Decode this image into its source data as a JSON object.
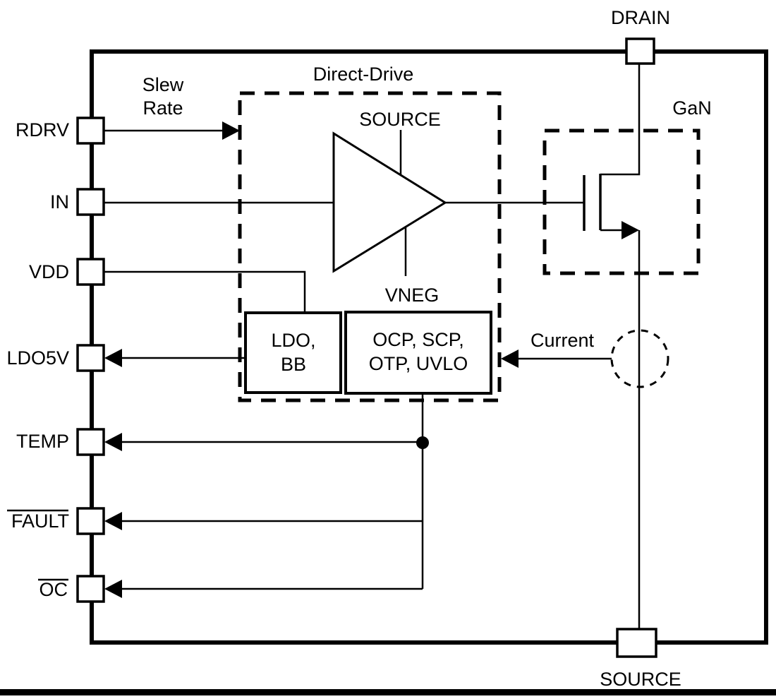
{
  "figure": {
    "kind": "functional-block-diagram"
  },
  "pins": {
    "rdrv": "RDRV",
    "in": "IN",
    "vdd": "VDD",
    "ldo5v": "LDO5V",
    "temp": "TEMP",
    "fault": "FAULT",
    "oc": "OC",
    "drain": "DRAIN",
    "source": "SOURCE"
  },
  "labels": {
    "slew_line1": "Slew",
    "slew_line2": "Rate",
    "direct_drive": "Direct-Drive",
    "amp_top": "SOURCE",
    "amp_bottom": "VNEG",
    "gan": "GaN",
    "current": "Current"
  },
  "blocks": {
    "ldo_line1": "LDO,",
    "ldo_line2": "BB",
    "protection_line1": "OCP, SCP,",
    "protection_line2": "OTP, UVLO"
  },
  "colors": {
    "line": "#000000",
    "background": "#ffffff"
  }
}
